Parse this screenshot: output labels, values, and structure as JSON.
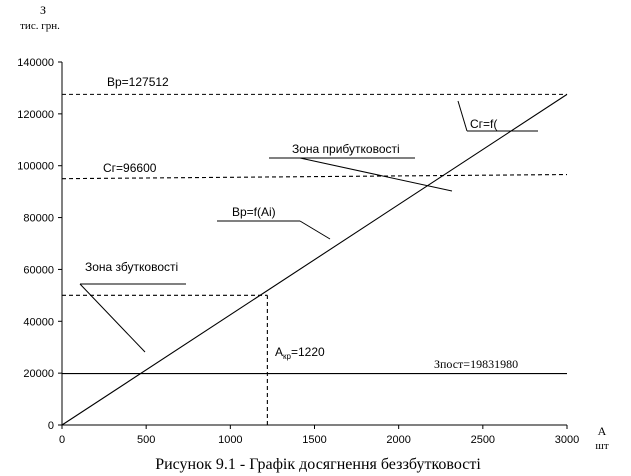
{
  "chart_data": {
    "type": "line",
    "ylabel_top": "З",
    "ylabel_units": "тис. грн.",
    "xlabel_top": "А",
    "xlabel_units": "шт",
    "caption": "Рисунок 9.1 - Графік досягнення беззбутковості",
    "xlim": [
      0,
      3000
    ],
    "ylim": [
      0,
      140000
    ],
    "xticks": [
      0,
      500,
      1000,
      1500,
      2000,
      2500,
      3000
    ],
    "yticks": [
      0,
      20000,
      40000,
      60000,
      80000,
      100000,
      120000,
      140000
    ],
    "grid": false,
    "series": [
      {
        "name": "Вр=f(Ai)",
        "x": [
          0,
          3000
        ],
        "y": [
          0,
          127512
        ],
        "style": "solid"
      },
      {
        "name": "Сг=f(",
        "x": [
          0,
          3000
        ],
        "y": [
          95000,
          96600
        ],
        "style": "dashed"
      },
      {
        "name": "Зпост=19831980",
        "x": [
          0,
          3000
        ],
        "y": [
          19832,
          19832
        ],
        "style": "solid"
      }
    ],
    "reference_lines": {
      "revenue_dashed": {
        "label": "Вр=127512",
        "x": [
          0,
          3000
        ],
        "y": [
          127512,
          127512
        ]
      },
      "cost_label": "Сг=96600",
      "critical_horizontal": {
        "x": [
          0,
          1220
        ],
        "y": [
          50000,
          50000
        ]
      },
      "critical_vertical": {
        "x": [
          1220,
          1220
        ],
        "y": [
          0,
          50000
        ]
      }
    },
    "annotations": {
      "loss_zone": "Зона збутковості",
      "profit_zone": "Зона прибутковості",
      "critical_sub": "кр",
      "critical_value": "=1220",
      "critical_prefix": "А"
    }
  }
}
